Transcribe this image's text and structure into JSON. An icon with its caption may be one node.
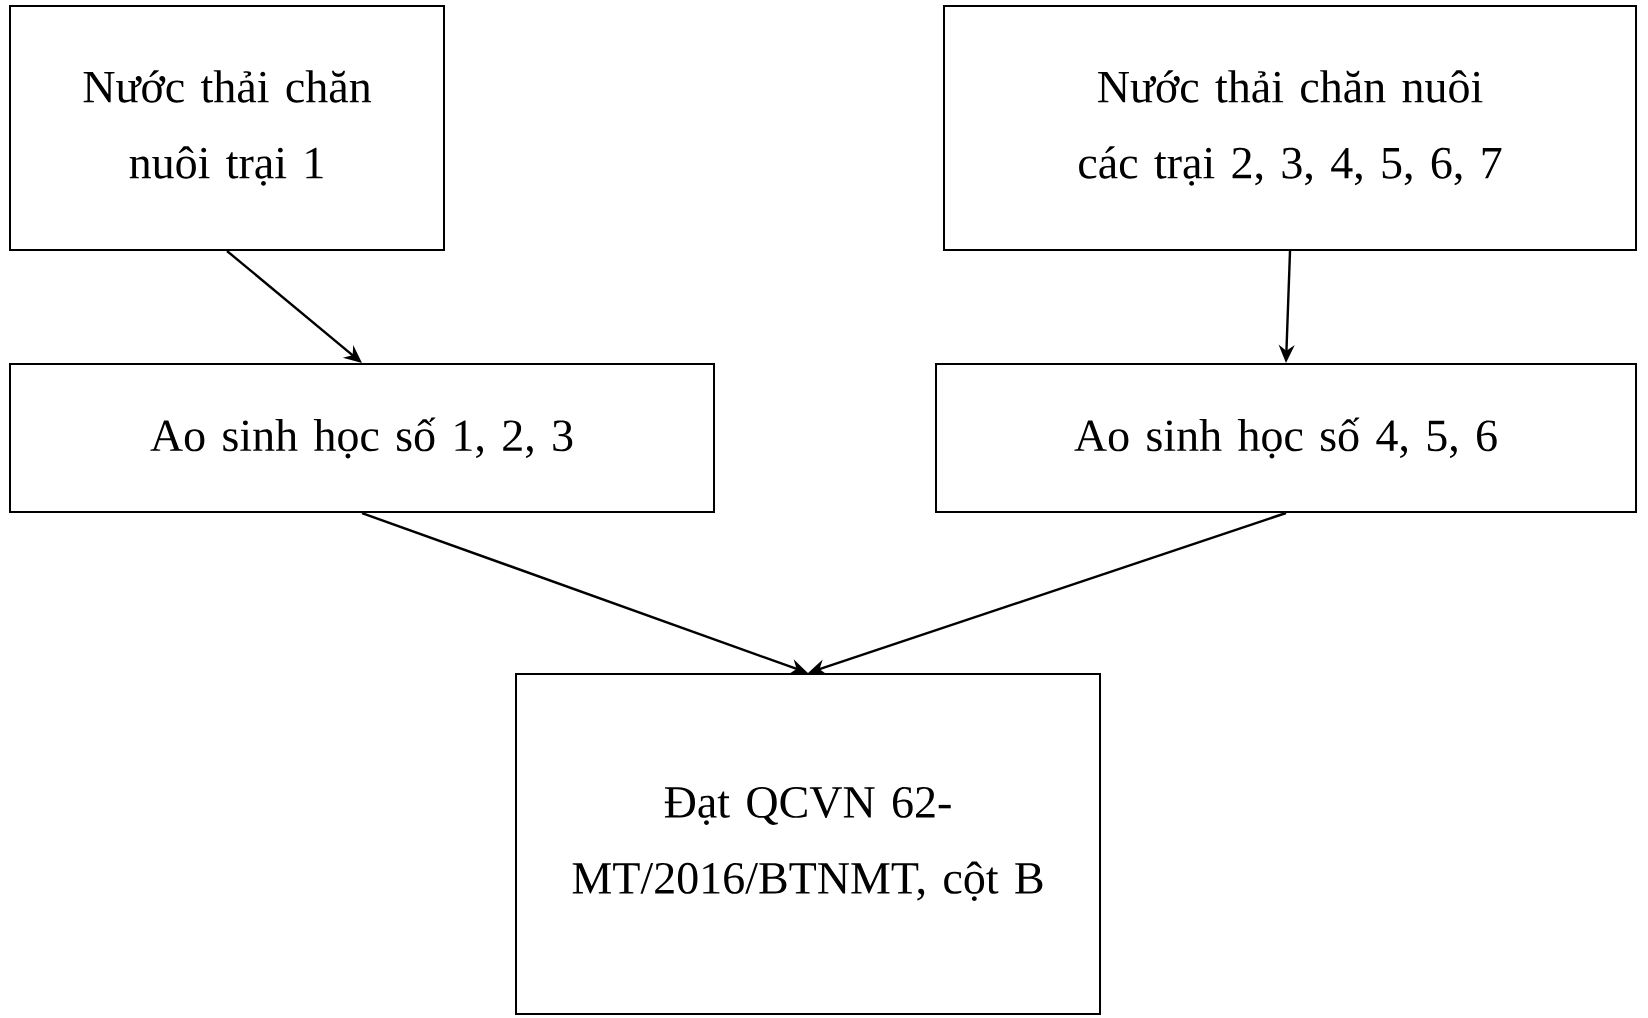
{
  "diagram": {
    "nodes": [
      {
        "text": [
          "Nước thải chăn nuôi trại 1"
        ]
      },
      {
        "text": [
          "Nước thải chăn nuôi các trại 2, 3, 4, 5, 6, 7"
        ]
      },
      {
        "text": [
          "Ao sinh học số 1, 2, 3"
        ]
      },
      {
        "text": [
          "Ao sinh học số 4, 5, 6"
        ]
      },
      {
        "text": [
          "Đạt QCVN 62-MT/2016/BTNMT, cột B"
        ]
      }
    ],
    "edges": [
      {
        "from": 0,
        "to": 2,
        "arrow": "to"
      },
      {
        "from": 1,
        "to": 3,
        "arrow": "to"
      },
      {
        "from": 2,
        "to": 4,
        "arrow": "to"
      },
      {
        "from": 3,
        "to": 4,
        "arrow": "to"
      }
    ]
  }
}
